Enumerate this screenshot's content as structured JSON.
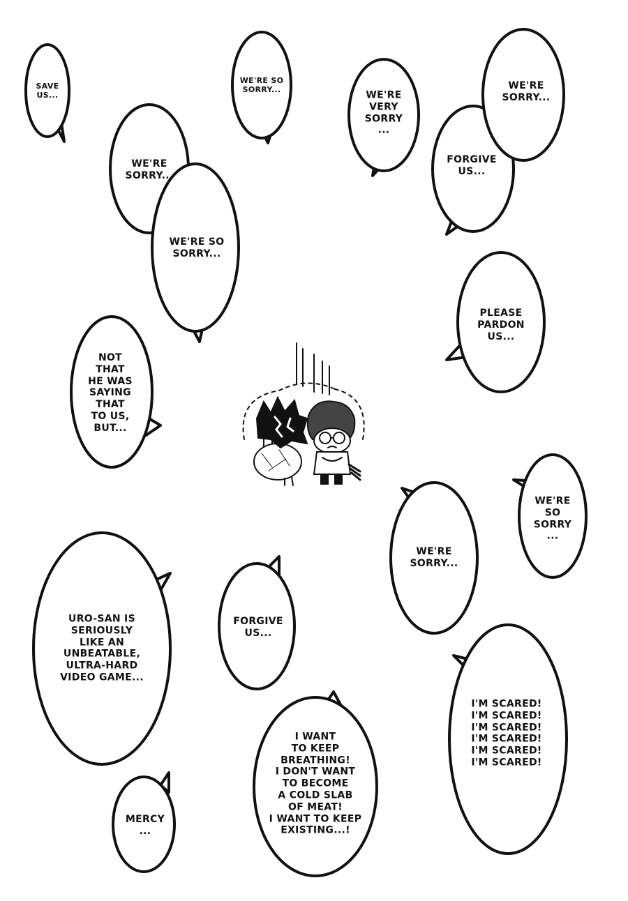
{
  "page": {
    "ink_color": "#111111",
    "paper_color": "#ffffff"
  },
  "bubbles": [
    {
      "id": "b1",
      "text": "SAVE\nUS..."
    },
    {
      "id": "b2",
      "text": "WE'RE SO\nSORRY..."
    },
    {
      "id": "b3",
      "text": "WE'RE\nVERY\nSORRY\n..."
    },
    {
      "id": "b4",
      "text": "WE'RE\nSORRY..."
    },
    {
      "id": "b5",
      "text": "FORGIVE\nUS..."
    },
    {
      "id": "b6",
      "text": "WE'RE\nSORRY..."
    },
    {
      "id": "b7",
      "text": "WE'RE SO\nSORRY..."
    },
    {
      "id": "b8",
      "text": "PLEASE\nPARDON\nUS..."
    },
    {
      "id": "b9",
      "text": "NOT\nTHAT\nHE WAS\nSAYING\nTHAT\nTO US,\nBUT..."
    },
    {
      "id": "b10",
      "text": "WE'RE\nSO\nSORRY\n..."
    },
    {
      "id": "b11",
      "text": "WE'RE\nSORRY..."
    },
    {
      "id": "b12",
      "text": "URO-SAN IS\nSERIOUSLY\nLIKE AN\nUNBEATABLE,\nULTRA-HARD\nVIDEO GAME..."
    },
    {
      "id": "b13",
      "text": "FORGIVE\nUS..."
    },
    {
      "id": "b14",
      "text": "I'M SCARED!\nI'M SCARED!\nI'M SCARED!\nI'M SCARED!\nI'M SCARED!\nI'M SCARED!"
    },
    {
      "id": "b15",
      "text": "I WANT\nTO KEEP\nBREATHING!\nI DON'T WANT\nTO BECOME\nA COLD SLAB\nOF MEAT!\nI WANT TO KEEP\nEXISTING...!"
    },
    {
      "id": "b16",
      "text": "MERCY\n..."
    }
  ],
  "illustration": {
    "icon": "chibi-characters-cowering-icon"
  }
}
